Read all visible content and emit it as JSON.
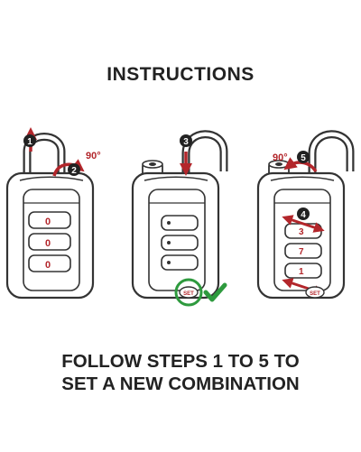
{
  "header": {
    "title": "INSTRUCTIONS"
  },
  "steps": {
    "s1": "1",
    "s2": "2",
    "s3": "3",
    "s4": "4",
    "s5": "5"
  },
  "labels": {
    "rotate_a": "90°",
    "rotate_b": "90°",
    "set_a": "SET",
    "set_b": "SET"
  },
  "dials": {
    "lock1": [
      "0",
      "0",
      "0"
    ],
    "lock3": [
      "3",
      "7",
      "1"
    ]
  },
  "footer": {
    "line1": "FOLLOW STEPS 1 TO 5 TO",
    "line2": "SET A NEW COMBINATION"
  },
  "colors": {
    "accent_red": "#b3262b",
    "check_green": "#2e9a3e",
    "outline": "#333333"
  }
}
